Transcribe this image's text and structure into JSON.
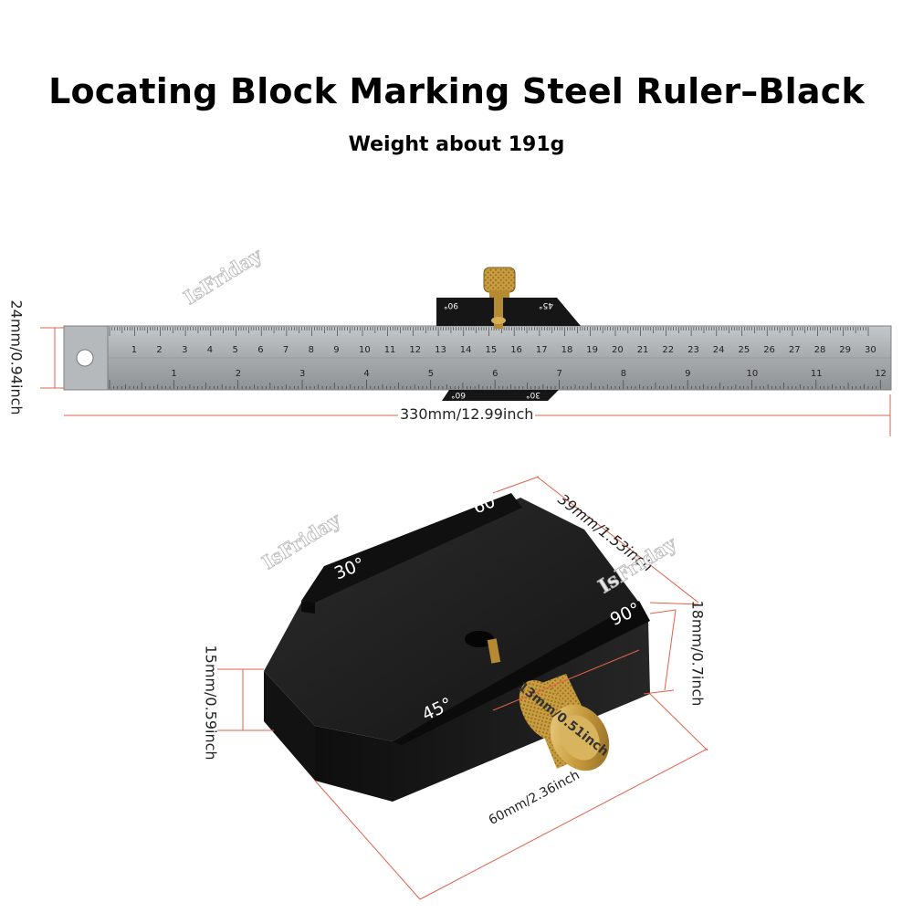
{
  "header": {
    "title": "Locating Block Marking Steel Ruler–Black",
    "subtitle": "Weight about 191g"
  },
  "dimensions": {
    "ruler_height": "24mm/0.94inch",
    "ruler_length": "330mm/12.99inch",
    "block_width": "39mm/1.53inch",
    "block_height": "18mm/0.7inch",
    "block_side": "15mm/0.59inch",
    "knob_diameter": "13mm/0.51inch",
    "block_length": "60mm/2.36inch"
  },
  "ruler": {
    "mm_ticks": [
      "1",
      "2",
      "3",
      "4",
      "5",
      "6",
      "7",
      "8",
      "9",
      "10",
      "11",
      "12",
      "13",
      "14",
      "15",
      "16",
      "17",
      "18",
      "19",
      "20",
      "21",
      "22",
      "23",
      "24",
      "25",
      "26",
      "27",
      "28",
      "29",
      "30"
    ],
    "inch_ticks": [
      "1",
      "2",
      "3",
      "4",
      "5",
      "6",
      "7",
      "8",
      "9",
      "10",
      "11",
      "12"
    ]
  },
  "block_angles": {
    "top_left": "30°",
    "top_right": "60°",
    "front_right": "90°",
    "front_left": "45°"
  },
  "ruler_block_angles": {
    "top_left": "90°",
    "top_right": "45°",
    "bottom_left": "60°",
    "bottom_right": "30°"
  },
  "watermark": "IsFriday",
  "colors": {
    "ruler_steel": "#a9adb0",
    "block_black": "#1e1e1e",
    "brass": "#c9a24a",
    "dimension_line": "#e2614b"
  }
}
